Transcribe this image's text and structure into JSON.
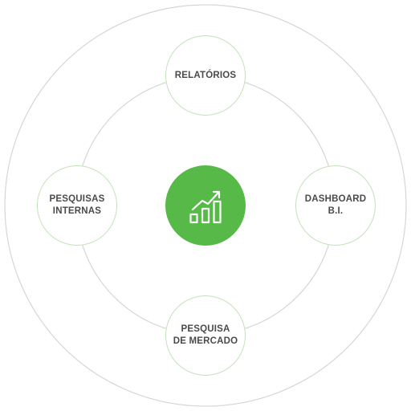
{
  "colors": {
    "accent": "#57b947",
    "ring": "#d6d6d6",
    "node_border": "#c5e2bd",
    "label": "#4a4a4a"
  },
  "center": {
    "icon": "growth-chart-icon"
  },
  "nodes": {
    "top": {
      "line1": "RELATÓRIOS",
      "line2": ""
    },
    "right": {
      "line1": "DASHBOARD",
      "line2": "B.I."
    },
    "bottom": {
      "line1": "PESQUISA",
      "line2": "DE MERCADO"
    },
    "left": {
      "line1": "PESQUISAS",
      "line2": "INTERNAS"
    }
  }
}
